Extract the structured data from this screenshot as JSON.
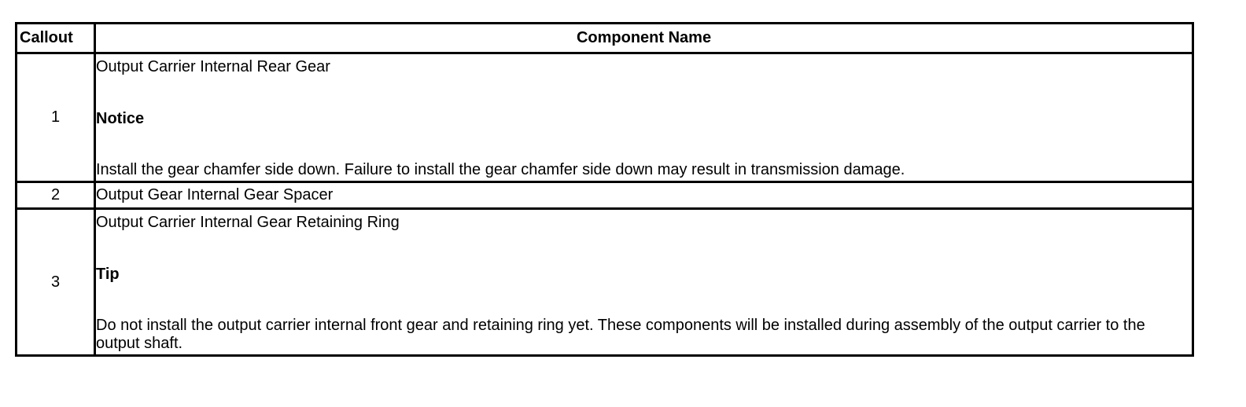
{
  "table": {
    "headers": {
      "callout": "Callout",
      "component_name": "Component Name"
    },
    "rows": [
      {
        "callout": "1",
        "name": "Output Carrier Internal Rear Gear",
        "note_label": "Notice",
        "note_text": "Install the gear chamfer side down. Failure to install the gear chamfer side down may result in transmission damage."
      },
      {
        "callout": "2",
        "name": "Output Gear Internal Gear Spacer"
      },
      {
        "callout": "3",
        "name": "Output Carrier Internal Gear Retaining Ring",
        "note_label": "Tip",
        "note_text": "Do not install the output carrier internal front gear and retaining ring yet. These components will be installed during assembly of the output carrier to the output shaft."
      }
    ]
  }
}
